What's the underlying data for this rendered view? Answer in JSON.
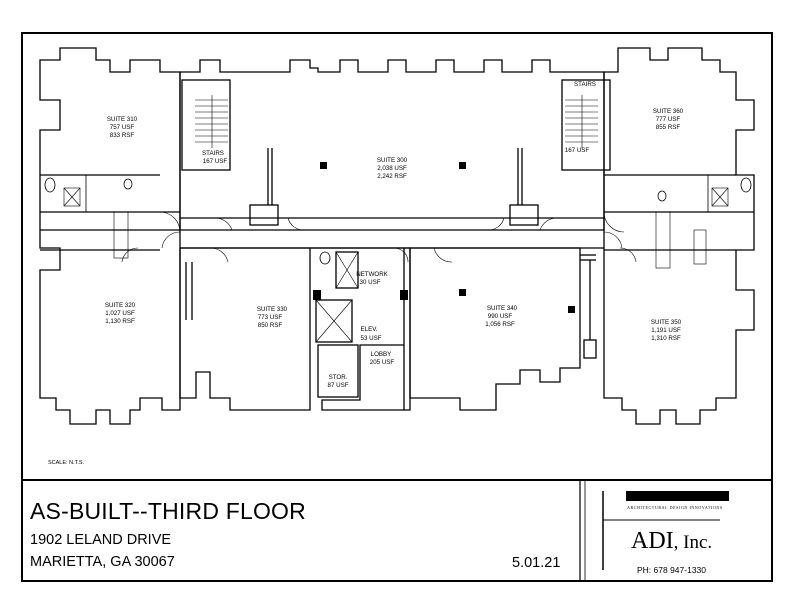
{
  "sheet": {
    "title": "AS-BUILT--THIRD FLOOR",
    "address_line1": "1902 LELAND DRIVE",
    "address_line2": "MARIETTA, GA 30067",
    "date": "5.01.21",
    "scale_note": "SCALE: N.T.S."
  },
  "firm": {
    "tagline": "ARCHITECTURAL DESIGN INNOVATIONS",
    "name": "ADI",
    "suffix": ", Inc.",
    "phone": "PH: 678 947-1330"
  },
  "rooms": {
    "suite_310": {
      "name": "SUITE 310",
      "usf": "757 USF",
      "rsf": "833 RSF"
    },
    "stairs_west": {
      "name": "STAIRS",
      "usf": "167 USF"
    },
    "suite_300": {
      "name": "SUITE 300",
      "usf": "2,038 USF",
      "rsf": "2,242 RSF"
    },
    "stairs_east": {
      "name": "STAIRS",
      "usf": "167 USF"
    },
    "suite_360": {
      "name": "SUITE 360",
      "usf": "777 USF",
      "rsf": "855 RSF"
    },
    "suite_320": {
      "name": "SUITE 320",
      "usf": "1,027 USF",
      "rsf": "1,130 RSF"
    },
    "suite_330": {
      "name": "SUITE 330",
      "usf": "773 USF",
      "rsf": "850 RSF"
    },
    "network": {
      "name": "NETWORK",
      "usf": "30 USF"
    },
    "elevator": {
      "name": "ELEV.",
      "usf": "53 USF"
    },
    "lobby": {
      "name": "LOBBY",
      "usf": "205 USF"
    },
    "storage": {
      "name": "STOR.",
      "usf": "87 USF"
    },
    "suite_340": {
      "name": "SUITE 340",
      "usf": "990 USF",
      "rsf": "1,056 RSF"
    },
    "suite_350": {
      "name": "SUITE 350",
      "usf": "1,191 USF",
      "rsf": "1,310 RSF"
    }
  },
  "colors": {
    "line": "#000000",
    "paper": "#ffffff"
  }
}
